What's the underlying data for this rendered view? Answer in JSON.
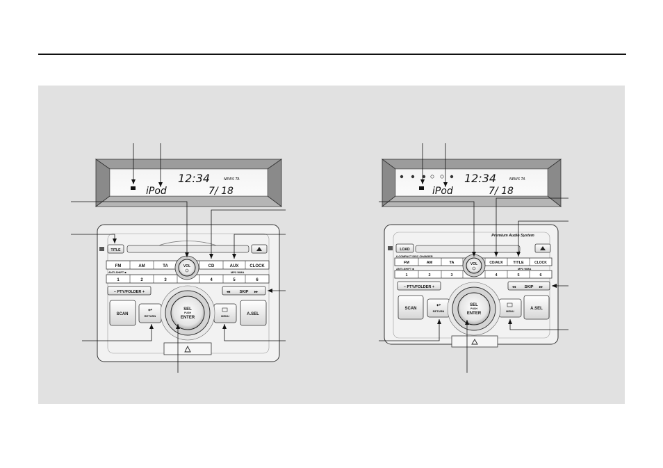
{
  "left_unit": {
    "display": {
      "clock": "12:34",
      "source": "iPod",
      "track": "7/ 18",
      "flags": "NEWS  TA"
    },
    "buttons": {
      "title": "TITLE",
      "fm": "FM",
      "am": "AM",
      "ta": "TA",
      "cd": "CD",
      "aux": "AUX",
      "clock": "CLOCK",
      "preset1": "1",
      "preset2": "2",
      "preset3": "3",
      "preset4": "4",
      "preset5": "5",
      "preset6": "6",
      "pty_folder": "– PTY/FOLDER +",
      "skip": "SKIP",
      "scan": "SCAN",
      "return": "RETURN",
      "menu": "MENU",
      "asel": "A.SEL",
      "vol": "VOL",
      "sel": "SEL",
      "push": "PUSH",
      "enter": "ENTER",
      "antishift": "ANTI-SHIFT ■",
      "mp3": "MP3 WMA"
    }
  },
  "right_unit": {
    "display": {
      "clock": "12:34",
      "source": "iPod",
      "track": "7/ 18",
      "flags": "NEWS  TA"
    },
    "brand": "Premium Audio System",
    "changer": "6-COMPACT DISC CHANGER",
    "buttons": {
      "load": "LOAD",
      "fm": "FM",
      "am": "AM",
      "ta": "TA",
      "cdaux": "CD/AUX",
      "title": "TITLE",
      "clock": "CLOCK",
      "preset1": "1",
      "preset2": "2",
      "preset3": "3",
      "preset4": "4",
      "preset5": "5",
      "preset6": "6",
      "pty_folder": "– PTY/FOLDER +",
      "skip": "SKIP",
      "scan": "SCAN",
      "return": "RETURN",
      "menu": "MENU",
      "asel": "A.SEL",
      "vol": "VOL",
      "sel": "SEL",
      "push": "PUSH",
      "enter": "ENTER",
      "antishift": "ANTI-SHIFT ■",
      "mp3": "MP3 WMA"
    }
  }
}
